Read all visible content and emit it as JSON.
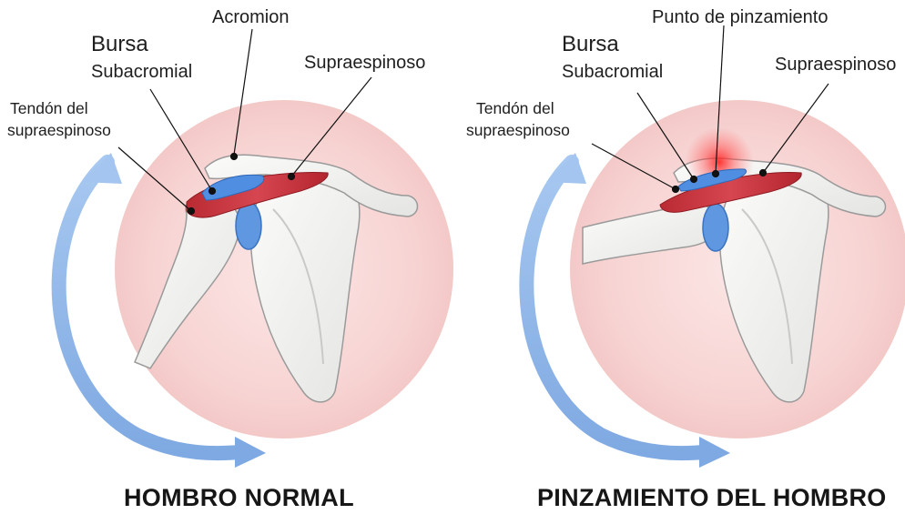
{
  "panels": [
    {
      "id": "normal",
      "title": "HOMBRO NORMAL",
      "labels": {
        "acromion": "Acromion",
        "bursa": "Bursa",
        "bursa_sub": "Subacromial",
        "supraespinoso": "Supraespinoso",
        "tendon_line1": "Tendón del",
        "tendon_line2": "supraespinoso"
      }
    },
    {
      "id": "impingement",
      "title": "PINZAMIENTO DEL HOMBRO",
      "labels": {
        "punto": "Punto de pinzamiento",
        "bursa": "Bursa",
        "bursa_sub": "Subacromial",
        "supraespinoso": "Supraespinoso",
        "tendon_line1": "Tendón del",
        "tendon_line2": "supraespinoso"
      }
    }
  ],
  "colors": {
    "background_circle": "#f8d9d8",
    "bone": "#f2f2f1",
    "bone_outline": "#9a9a9a",
    "muscle": "#c9323a",
    "bursa": "#4f8ee0",
    "arrow": "#8fb6e6",
    "inflammation": "#ff3b3b"
  },
  "icons": [
    "motion-arrow-icon"
  ]
}
